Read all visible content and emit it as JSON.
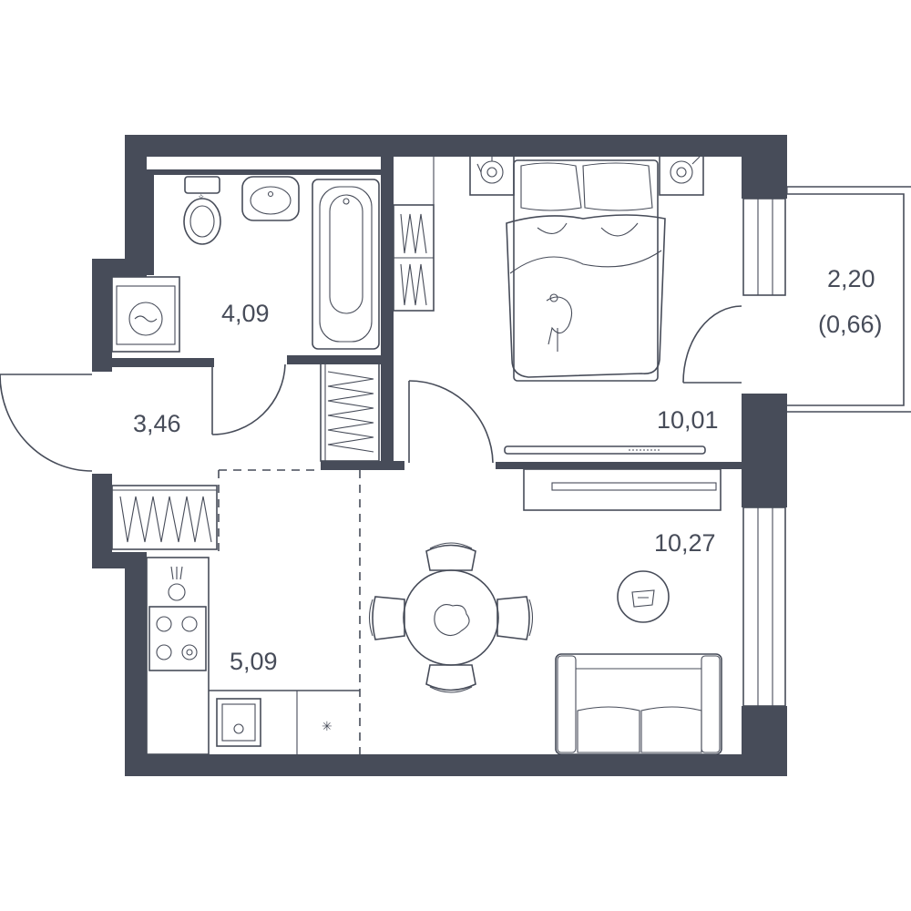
{
  "plan": {
    "rooms": [
      {
        "id": "bathroom",
        "area": "4,09"
      },
      {
        "id": "hall",
        "area": "3,46"
      },
      {
        "id": "kitchen",
        "area": "5,09"
      },
      {
        "id": "bedroom",
        "area": "10,01"
      },
      {
        "id": "living",
        "area": "10,27"
      }
    ],
    "balcony": {
      "area": "2,20",
      "reduced_area": "(0,66)"
    },
    "colors": {
      "wall": "#474c59",
      "background": "#ffffff"
    }
  }
}
